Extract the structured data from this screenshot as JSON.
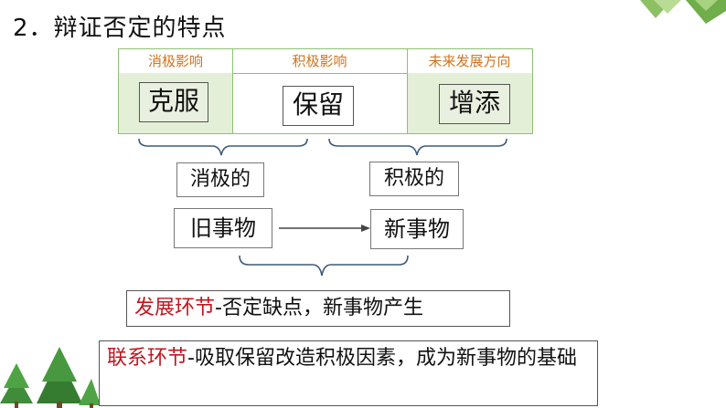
{
  "title": "2．辩证否定的特点",
  "table": {
    "headers": [
      "消极影响",
      "积极影响",
      "未来发展方向"
    ],
    "words": [
      "克服",
      "保留",
      "增添"
    ]
  },
  "labels": {
    "negative": "消极的",
    "positive": "积极的"
  },
  "things": {
    "old": "旧事物",
    "new": "新事物"
  },
  "notes": {
    "development_term": "发展环节",
    "development_text": "-否定缺点，新事物产生",
    "connection_term": "联系环节",
    "connection_text": "-吸取保留改造积极因素，成为新事物的基础"
  },
  "colors": {
    "header_text": "#d2731c",
    "highlight_red": "#c0151e",
    "table_border": "#8fbf73",
    "table_fill": "#e3efd6"
  }
}
